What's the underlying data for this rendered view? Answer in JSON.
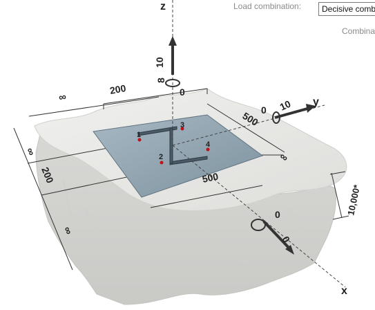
{
  "toolbar": {
    "load_combination_label": "Load combination:",
    "load_combination_value": "Decisive combi",
    "combination_label": "Combina"
  },
  "axes": {
    "z": "z",
    "y": "y",
    "x": "x"
  },
  "loads": {
    "z_force": "10",
    "z_moment": "8",
    "z_moment_value": "0",
    "y_force": "10",
    "y_moment": "0",
    "x_force": "0",
    "x_moment": "0"
  },
  "dimensions": {
    "top_left": "∞",
    "top_mid": "200",
    "right_top": "500",
    "right_inf": "∞",
    "bottom_plate": "500",
    "left_inf_top": "∞",
    "left_200": "200",
    "left_inf_bottom": "∞",
    "depth": "10,000*"
  },
  "anchors": [
    "1",
    "2",
    "3",
    "4"
  ],
  "colors": {
    "plate": "#8fa3b0",
    "anchor": "#c0111a",
    "concrete": "#e6e6e3"
  }
}
